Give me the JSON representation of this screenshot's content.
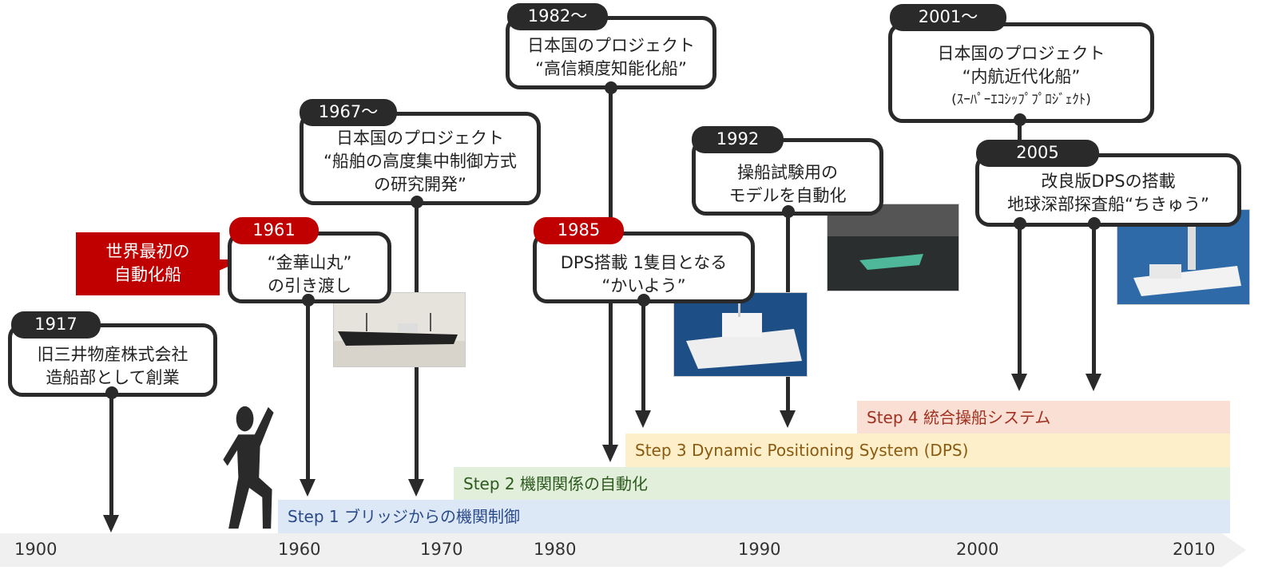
{
  "axis": {
    "ticks": [
      "1900",
      "1960",
      "1970",
      "1980",
      "1990",
      "2000",
      "2010"
    ]
  },
  "steps": [
    {
      "label": "Step 1  ブリッジからの機関制御",
      "bg": "#dce8f5",
      "color": "#2a4a8a"
    },
    {
      "label": "Step 2  機関関係の自動化",
      "bg": "#e2efda",
      "color": "#2d5a1e"
    },
    {
      "label": "Step 3  Dynamic Positioning System (DPS)",
      "bg": "#fdefc9",
      "color": "#8a5a10"
    },
    {
      "label": "Step 4  統合操船システム",
      "bg": "#fadfd5",
      "color": "#a03020"
    }
  ],
  "callout": {
    "line1": "世界最初の",
    "line2": "自動化船"
  },
  "events": {
    "e1917": {
      "year": "1917",
      "line1": "旧三井物産株式会社",
      "line2": "造船部として創業"
    },
    "e1961": {
      "year": "1961",
      "line1": "“金華山丸”",
      "line2": "の引き渡し"
    },
    "e1967": {
      "year": "1967〜",
      "line1": "日本国のプロジェクト",
      "line2": "“船舶の高度集中制御方式",
      "line3": "の研究開発”"
    },
    "e1982": {
      "year": "1982〜",
      "line1": "日本国のプロジェクト",
      "line2": "“高信頼度知能化船”"
    },
    "e1985": {
      "year": "1985",
      "line1": "DPS搭載 1隻目となる",
      "line2": "“かいよう”"
    },
    "e1992": {
      "year": "1992",
      "line1": "操船試験用の",
      "line2": "モデルを自動化"
    },
    "e2001": {
      "year": "2001〜",
      "line1": "日本国のプロジェクト",
      "line2": "“内航近代化船”",
      "line3": "(ｽｰﾊﾟｰｴｺｼｯﾌﾟﾌﾟﾛｼﾞｪｸﾄ)"
    },
    "e2005": {
      "year": "2005",
      "line1": "改良版DPSの搭載",
      "line2": "地球深部探査船“ちきゅう”"
    }
  }
}
